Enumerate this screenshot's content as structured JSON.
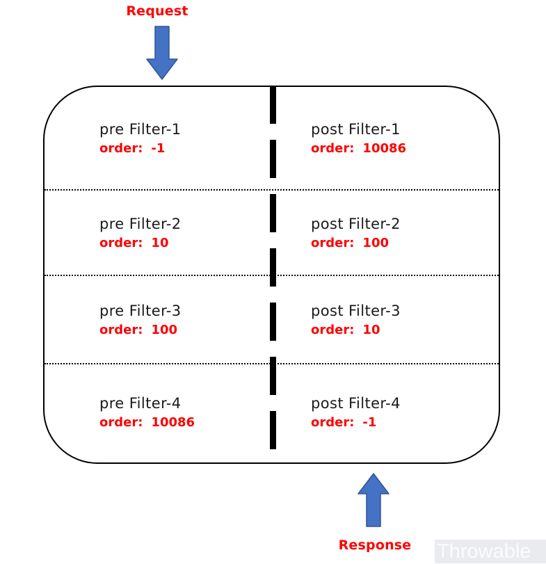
{
  "labels": {
    "request": "Request",
    "response": "Response",
    "order": "order:",
    "watermark": "Throwable"
  },
  "colors": {
    "accent_red": "#ff0000",
    "arrow_fill": "#4472c4",
    "arrow_stroke": "#2f5597",
    "line_black": "#000000",
    "watermark_bg": "#e9ebee",
    "watermark_text": "#fafbfc"
  },
  "rows": [
    {
      "pre": {
        "name": "pre Filter-1",
        "order": "-1"
      },
      "post": {
        "name": "post Filter-1",
        "order": "10086"
      }
    },
    {
      "pre": {
        "name": "pre Filter-2",
        "order": "10"
      },
      "post": {
        "name": "post Filter-2",
        "order": "100"
      }
    },
    {
      "pre": {
        "name": "pre Filter-3",
        "order": "100"
      },
      "post": {
        "name": "post Filter-3",
        "order": "10"
      }
    },
    {
      "pre": {
        "name": "pre Filter-4",
        "order": "10086"
      },
      "post": {
        "name": "post Filter-4",
        "order": "-1"
      }
    }
  ]
}
